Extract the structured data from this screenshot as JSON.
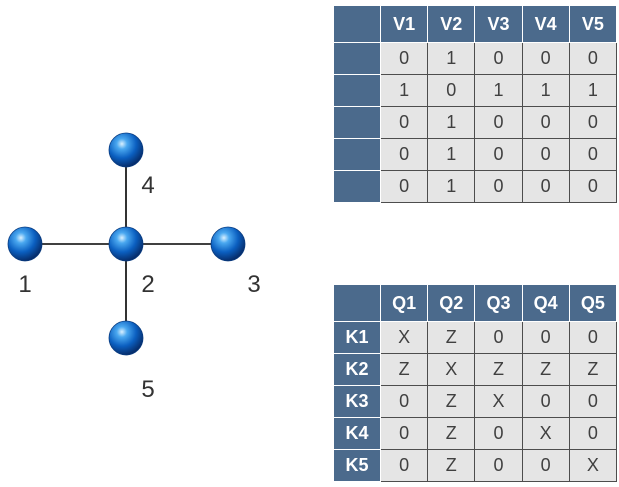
{
  "graph": {
    "nodes": [
      {
        "id": "1",
        "label": "1"
      },
      {
        "id": "2",
        "label": "2"
      },
      {
        "id": "3",
        "label": "3"
      },
      {
        "id": "4",
        "label": "4"
      },
      {
        "id": "5",
        "label": "5"
      }
    ],
    "edges": [
      [
        "1",
        "2"
      ],
      [
        "2",
        "3"
      ],
      [
        "2",
        "4"
      ],
      [
        "2",
        "5"
      ]
    ],
    "node_color": "#1e7ad6",
    "edge_color": "#000000"
  },
  "top_table": {
    "columns": [
      "V1",
      "V2",
      "V3",
      "V4",
      "V5"
    ],
    "row_headers": [
      "",
      "",
      "",
      "",
      ""
    ],
    "rows": [
      [
        "0",
        "1",
        "0",
        "0",
        "0"
      ],
      [
        "1",
        "0",
        "1",
        "1",
        "1"
      ],
      [
        "0",
        "1",
        "0",
        "0",
        "0"
      ],
      [
        "0",
        "1",
        "0",
        "0",
        "0"
      ],
      [
        "0",
        "1",
        "0",
        "0",
        "0"
      ]
    ]
  },
  "bottom_table": {
    "columns": [
      "Q1",
      "Q2",
      "Q3",
      "Q4",
      "Q5"
    ],
    "row_headers": [
      "K1",
      "K2",
      "K3",
      "K4",
      "K5"
    ],
    "rows": [
      [
        "X",
        "Z",
        "0",
        "0",
        "0"
      ],
      [
        "Z",
        "X",
        "Z",
        "Z",
        "Z"
      ],
      [
        "0",
        "Z",
        "X",
        "0",
        "0"
      ],
      [
        "0",
        "Z",
        "0",
        "X",
        "0"
      ],
      [
        "0",
        "Z",
        "0",
        "0",
        "X"
      ]
    ]
  },
  "colors": {
    "header_bg": "#4b6a8c",
    "cell_bg": "#e5e5e5"
  }
}
